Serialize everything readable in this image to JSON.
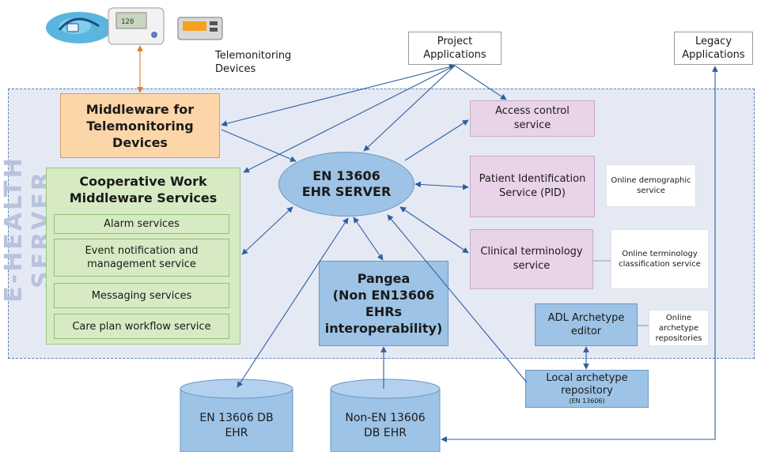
{
  "band": {
    "label": "E-HEALTH SERVER"
  },
  "devices": {
    "label_line1": "Telemonitoring",
    "label_line2": "Devices"
  },
  "project_apps": {
    "line1": "Project",
    "line2": "Applications"
  },
  "legacy_apps": {
    "line1": "Legacy",
    "line2": "Applications"
  },
  "middleware": {
    "line1": "Middleware for",
    "line2": "Telemonitoring",
    "line3": "Devices"
  },
  "cooperative": {
    "title_line1": "Cooperative Work",
    "title_line2": "Middleware Services",
    "services": [
      {
        "line1": "Alarm services",
        "line2": ""
      },
      {
        "line1": "Event notification and",
        "line2": "management service"
      },
      {
        "line1": "Messaging services",
        "line2": ""
      },
      {
        "line1": "Care plan workflow service",
        "line2": ""
      }
    ]
  },
  "ehr_server": {
    "line1": "EN 13606",
    "line2": "EHR SERVER"
  },
  "access_control": {
    "line1": "Access control",
    "line2": "service"
  },
  "pid": {
    "line1": "Patient Identification",
    "line2": "Service (PID)"
  },
  "demographic_note": {
    "line1": "Online demographic",
    "line2": "service"
  },
  "terminology": {
    "line1": "Clinical terminology",
    "line2": "service"
  },
  "terminology_note": {
    "line1": "Online terminology",
    "line2": "classification service"
  },
  "pangea": {
    "line1": "Pangea",
    "line2": "(Non EN13606",
    "line3": "EHRs",
    "line4": "interoperability)"
  },
  "adl_editor": {
    "line1": "ADL Archetype",
    "line2": "editor"
  },
  "archetype_note": {
    "line1": "Online",
    "line2": "archetype",
    "line3": "repositories"
  },
  "local_repo": {
    "line1": "Local archetype",
    "line2": "repository",
    "line3": "(EN 13606)"
  },
  "db_en13606": {
    "line1": "EN 13606 DB",
    "line2": "EHR"
  },
  "db_non_en13606": {
    "line1": "Non-EN 13606",
    "line2": "DB EHR"
  },
  "colors": {
    "band": "#e4e9f4",
    "orange": "#fcd5a8",
    "green": "#d6ebc4",
    "pink": "#e9d3e8",
    "blue": "#9dc3e6",
    "arrow": "#2e5f9e",
    "device_link": "#e07a22"
  }
}
